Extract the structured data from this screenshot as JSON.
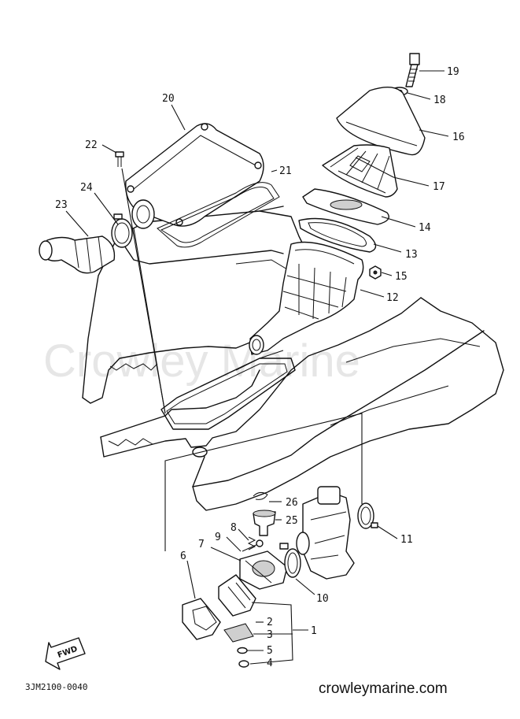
{
  "diagram": {
    "code": "3JM2100-0040",
    "website": "crowleymarine.com",
    "watermark": "Crowley Marine",
    "fwd_label": "FWD"
  },
  "callouts": [
    {
      "id": "19",
      "label": "19"
    },
    {
      "id": "18",
      "label": "18"
    },
    {
      "id": "16",
      "label": "16"
    },
    {
      "id": "17",
      "label": "17"
    },
    {
      "id": "14",
      "label": "14"
    },
    {
      "id": "13",
      "label": "13"
    },
    {
      "id": "15",
      "label": "15"
    },
    {
      "id": "12",
      "label": "12"
    },
    {
      "id": "20",
      "label": "20"
    },
    {
      "id": "21",
      "label": "21"
    },
    {
      "id": "22",
      "label": "22"
    },
    {
      "id": "24",
      "label": "24"
    },
    {
      "id": "23",
      "label": "23"
    },
    {
      "id": "26",
      "label": "26"
    },
    {
      "id": "25",
      "label": "25"
    },
    {
      "id": "11",
      "label": "11"
    },
    {
      "id": "8",
      "label": "8"
    },
    {
      "id": "9",
      "label": "9"
    },
    {
      "id": "7",
      "label": "7"
    },
    {
      "id": "6",
      "label": "6"
    },
    {
      "id": "10",
      "label": "10"
    },
    {
      "id": "2",
      "label": "2"
    },
    {
      "id": "3",
      "label": "3"
    },
    {
      "id": "1",
      "label": "1"
    },
    {
      "id": "5",
      "label": "5"
    },
    {
      "id": "4",
      "label": "4"
    }
  ]
}
